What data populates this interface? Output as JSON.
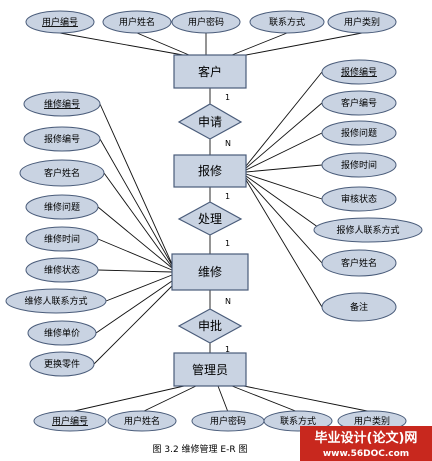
{
  "entities": {
    "customer": "客户",
    "repair_report": "报修",
    "maintenance": "维修",
    "admin": "管理员"
  },
  "relationships": {
    "apply": "申请",
    "handle": "处理",
    "approve": "申批"
  },
  "cardinalities": {
    "apply_customer": "1",
    "apply_report": "N",
    "handle_report": "1",
    "handle_maintenance": "1",
    "approve_maintenance": "N",
    "approve_admin": "1"
  },
  "attributes": {
    "customer_top": [
      "用户编号",
      "用户姓名",
      "用户密码",
      "联系方式",
      "用户类别"
    ],
    "report_right": [
      "报修编号",
      "客户编号",
      "报修问题",
      "报修时间",
      "审核状态",
      "报修人联系方式",
      "客户姓名",
      "备注"
    ],
    "maintenance_left": [
      "维修编号",
      "报修编号",
      "客户姓名",
      "维修问题",
      "维修时间",
      "维修状态",
      "维修人联系方式",
      "维修单价",
      "更换零件"
    ],
    "admin_bottom": [
      "用户编号",
      "用户姓名",
      "用户密码",
      "联系方式",
      "用户类别"
    ]
  },
  "caption": "图 3.2  维修管理 E-R 图",
  "watermark": {
    "site_title": "毕业设计(论文)网",
    "site_url": "www.56DOC.com"
  }
}
